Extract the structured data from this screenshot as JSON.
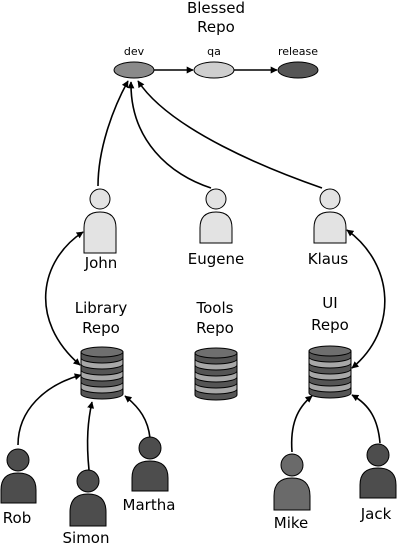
{
  "blessed_repo": {
    "title_line1": "Blessed",
    "title_line2": "Repo",
    "branches": [
      {
        "label": "dev",
        "color": "#8a8a8a"
      },
      {
        "label": "qa",
        "color": "#cfcfcf"
      },
      {
        "label": "release",
        "color": "#555555"
      }
    ]
  },
  "integrators": [
    {
      "name": "John",
      "color": "#e3e3e3"
    },
    {
      "name": "Eugene",
      "color": "#e3e3e3"
    },
    {
      "name": "Klaus",
      "color": "#e3e3e3"
    }
  ],
  "repos": [
    {
      "line1": "Library",
      "line2": "Repo"
    },
    {
      "line1": "Tools",
      "line2": "Repo"
    },
    {
      "line1": "UI",
      "line2": "Repo"
    }
  ],
  "developers": [
    {
      "name": "Rob",
      "color": "#4d4d4d"
    },
    {
      "name": "Simon",
      "color": "#4d4d4d"
    },
    {
      "name": "Martha",
      "color": "#4d4d4d"
    },
    {
      "name": "Mike",
      "color": "#6a6a6a"
    },
    {
      "name": "Jack",
      "color": "#4d4d4d"
    }
  ],
  "colors": {
    "stroke": "#000000",
    "db_disk_dark": "#555555",
    "db_disk_light": "#a8a8a8",
    "db_disk_top": "#6f6f6f"
  }
}
